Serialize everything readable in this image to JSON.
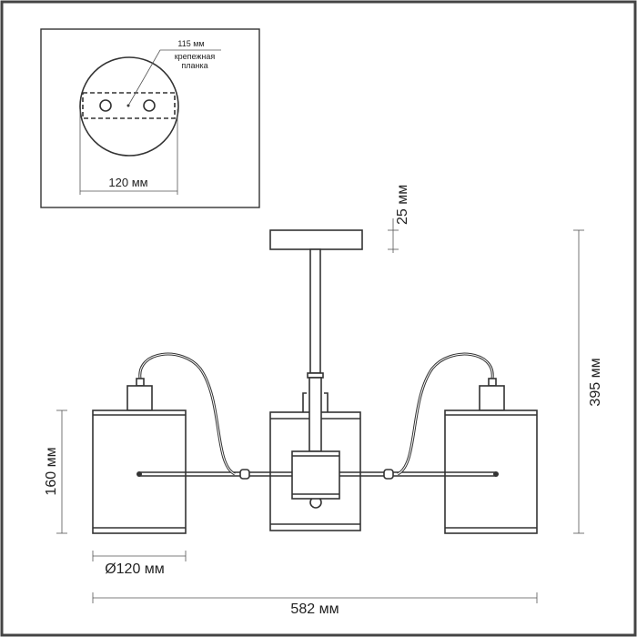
{
  "inset": {
    "bar_length": "115 мм",
    "bar_label_1": "крепежная",
    "bar_label_2": "планка",
    "canopy_diameter": "120 мм"
  },
  "dimensions": {
    "canopy_height": "25 мм",
    "total_height": "395 мм",
    "shade_height": "160 мм",
    "shade_diameter": "Ø120 мм",
    "total_width": "582 мм"
  }
}
